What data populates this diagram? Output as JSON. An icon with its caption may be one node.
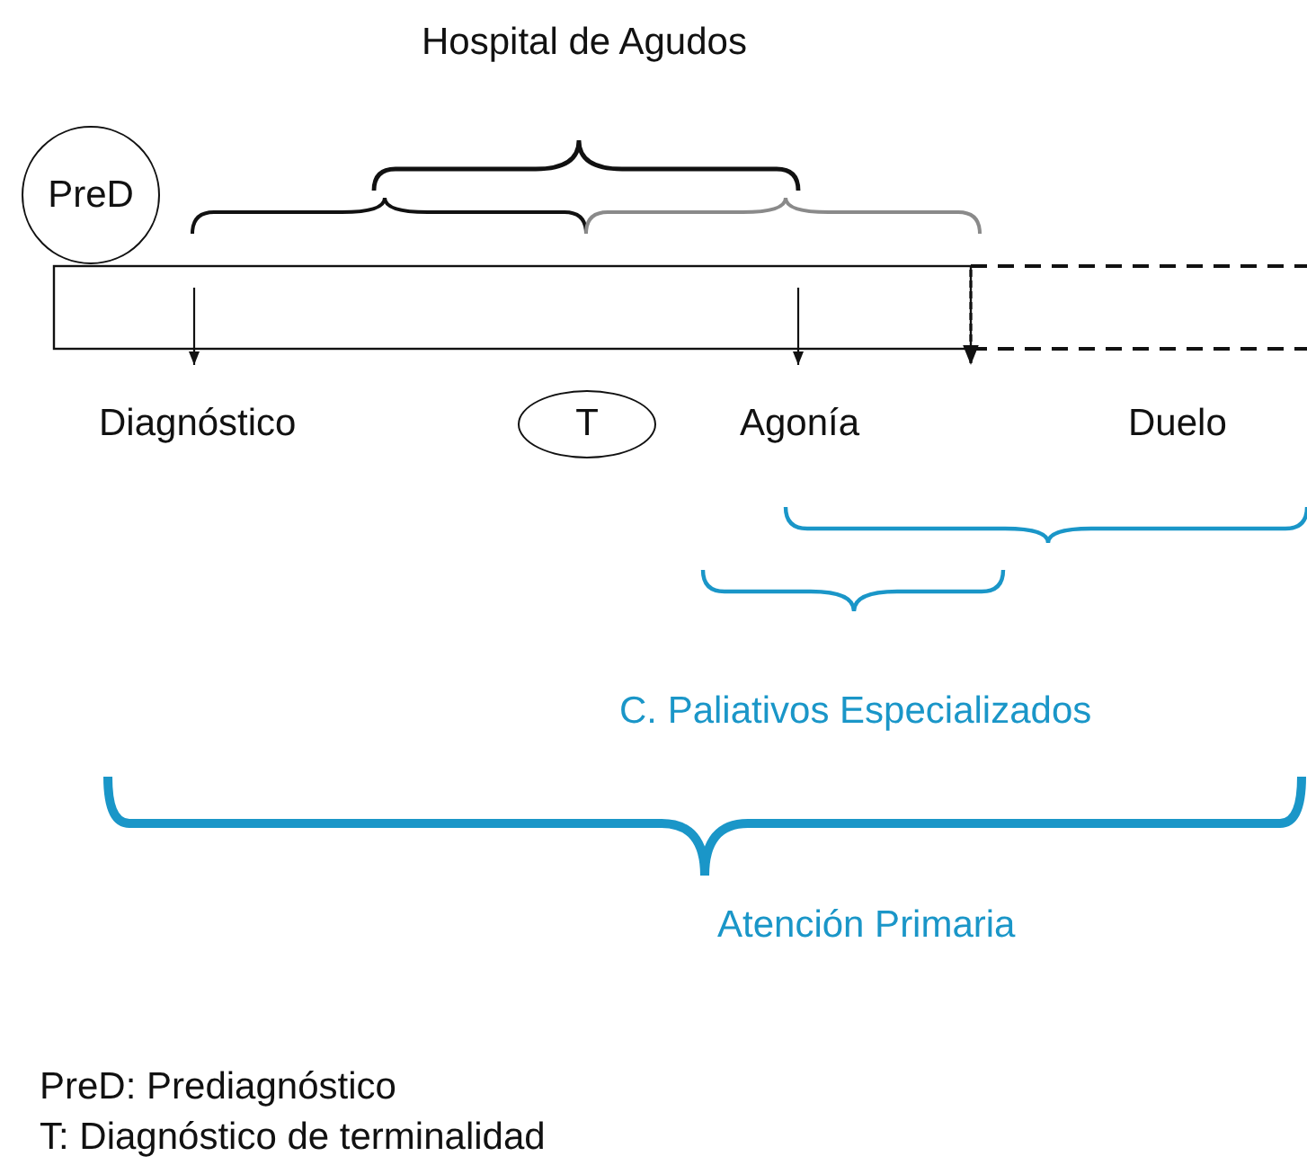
{
  "diagram": {
    "nodes": [
      {
        "text": [
          "PreD"
        ]
      },
      {
        "text": [
          "T"
        ]
      }
    ],
    "labels": [
      "Hospital de Agudos",
      "Diagnóstico",
      "Agonía",
      "Duelo",
      "C. Paliativos Especializados",
      "Atención Primaria",
      "PreD: Prediagnóstico",
      "T: Diagnóstico de terminalidad"
    ]
  }
}
